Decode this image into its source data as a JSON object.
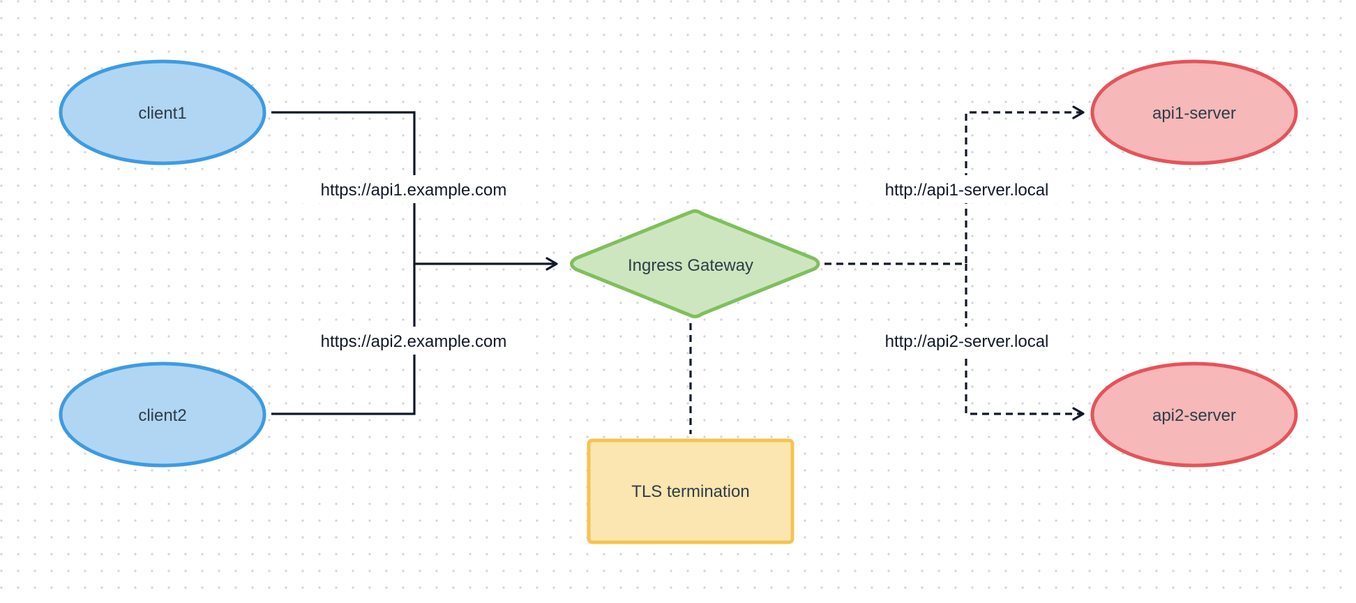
{
  "diagram": {
    "nodes": [
      {
        "id": "client1",
        "label": "client1",
        "shape": "ellipse",
        "fill": "#b0d6f3",
        "stroke": "#3d9be2"
      },
      {
        "id": "client2",
        "label": "client2",
        "shape": "ellipse",
        "fill": "#b0d6f3",
        "stroke": "#3d9be2"
      },
      {
        "id": "ingress-gateway",
        "label": "Ingress Gateway",
        "shape": "diamond",
        "fill": "#cde6bf",
        "stroke": "#80bf5c"
      },
      {
        "id": "tls-termination",
        "label": "TLS termination",
        "shape": "rectangle",
        "fill": "#fbe5b0",
        "stroke": "#f6c351"
      },
      {
        "id": "api1-server",
        "label": "api1-server",
        "shape": "ellipse",
        "fill": "#f6b8b8",
        "stroke": "#e5535a"
      },
      {
        "id": "api2-server",
        "label": "api2-server",
        "shape": "ellipse",
        "fill": "#f6b8b8",
        "stroke": "#e5535a"
      }
    ],
    "edges": [
      {
        "from": "client1",
        "to": "ingress-gateway",
        "label": "https://api1.example.com",
        "style": "solid"
      },
      {
        "from": "client2",
        "to": "ingress-gateway",
        "label": "https://api2.example.com",
        "style": "solid"
      },
      {
        "from": "ingress-gateway",
        "to": "api1-server",
        "label": "http://api1-server.local",
        "style": "dashed"
      },
      {
        "from": "ingress-gateway",
        "to": "api2-server",
        "label": "http://api2-server.local",
        "style": "dashed"
      },
      {
        "from": "ingress-gateway",
        "to": "tls-termination",
        "label": "",
        "style": "dashed"
      }
    ],
    "background": {
      "dot_color": "#cfd4da"
    }
  }
}
